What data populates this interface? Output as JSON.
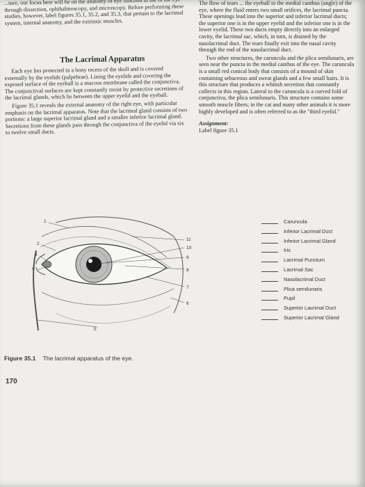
{
  "left_column": {
    "intro_paragraph": "...ture, our focus here will be on the anatomy of eye function in the of the eye through dissection, ophthalmoscopy, and microscopy. Before performing these studies, however, label figures 35.1, 35.2, and 35.3, that pertain to the lacrimal system, internal anatomy, and the extrinsic muscles.",
    "section_title": "The Lacrimal Apparatus",
    "para1": "Each eye lies protected in a bony recess of the skull and is covered externally by the eyelids (palpebrae). Lining the eyelids and covering the exposed surface of the eyeball is a mucous membrane called the conjunctiva. The conjunctival surfaces are kept constantly moist by protective secretions of the lacrimal glands, which lie between the upper eyelid and the eyeball.",
    "para2": "Figure 35.1 reveals the external anatomy of the right eye, with particular emphasis on the lacrimal apparatus. Note that the lacrimal gland consists of two portions: a large superior lacrimal gland and a smaller inferior lacrimal gland. Secretions from these glands pass through the conjunctiva of the eyelid via six to twelve small ducts."
  },
  "right_column": {
    "para1": "The flow of tears ... the eyeball to the medial canthus (angle) of the eye, where the fluid enters two small orifices, the lacrimal puncta. These openings lead into the superior and inferior lacrimal ducts; the superior one is in the upper eyelid and the inferior one is in the lower eyelid. These two ducts empty directly into an enlarged cavity, the lacrimal sac, which, in turn, is drained by the nasolacrimal duct. The tears finally exit into the nasal cavity through the end of the nasolacrimal duct.",
    "para2": "Two other structures, the caruncula and the plica semilunaris, are seen near the puncta in the medial canthus of the eye. The caruncula is a small red conical body that consists of a mound of skin containing sebaceous and sweat glands and a few small hairs. It is this structure that produces a whitish secretion that constantly collects in this region. Lateral to the caruncula is a curved fold of conjunctiva, the plica semilunaris. This structure contains some smooth muscle fibers; in the cat and many other animals it is more highly developed and is often referred to as the \"third eyelid.\"",
    "assignment_title": "Assignment:",
    "assignment_text": "Label figure 35.1"
  },
  "figure": {
    "numbers": [
      "1",
      "2",
      "3",
      "4",
      "5",
      "6",
      "7",
      "8",
      "9",
      "10",
      "11"
    ],
    "answer_labels": [
      "Caruncula",
      "Inferior Lacrimal Duct",
      "Inferior Lacrimal Gland",
      "Iris",
      "Lacrimal Punctum",
      "Lacrimal Sac",
      "Nasolacrimal Duct",
      "Plica semilunaris",
      "Pupil",
      "Superior Lacrimal Duct",
      "Superior Lacrimal Gland"
    ],
    "caption_number": "Figure 35.1",
    "caption_text": "The lacrimal apparatus of the eye."
  },
  "page_number": "170"
}
